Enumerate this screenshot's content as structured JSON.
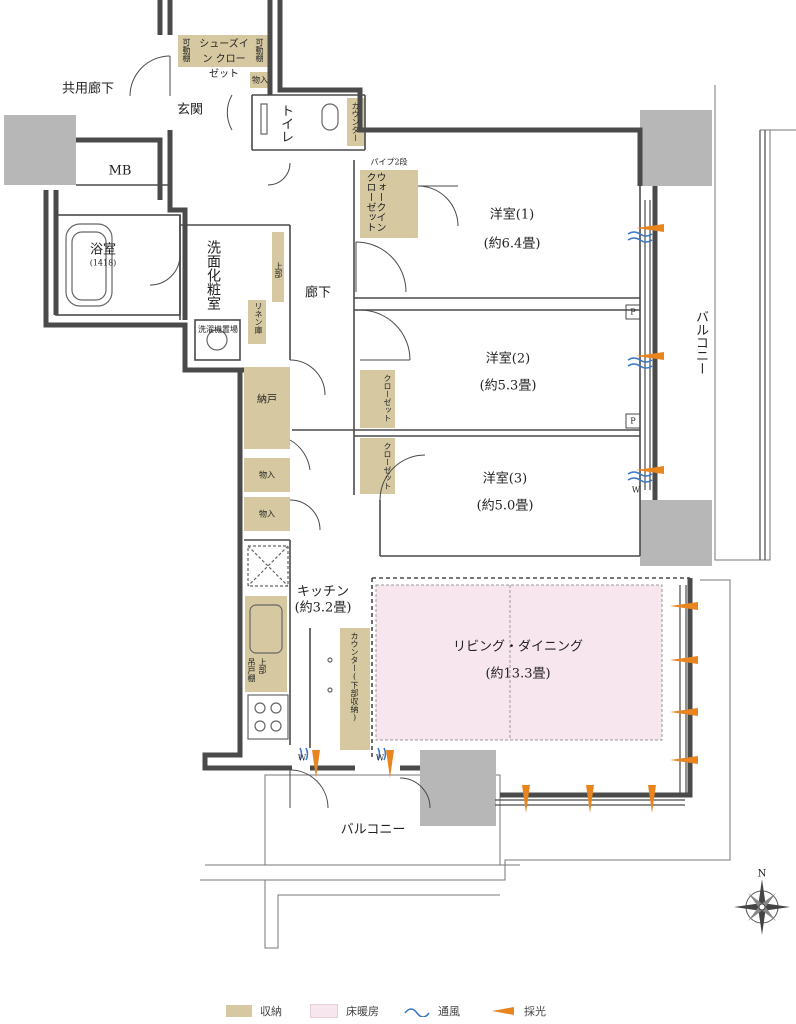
{
  "colors": {
    "storage": "#d6c9a1",
    "floor_heating": "#f8e6ee",
    "airflow": "#3a78c5",
    "light": "#e9851f",
    "wall": "#4a4a4a",
    "column": "#b7b7b7"
  },
  "rooms": {
    "common_corridor": "共用廊下",
    "entrance": "玄関",
    "mb": "MB",
    "shoe_closet": "シューズイン クローゼット",
    "movable_shelf": "可動棚",
    "storage_small": "物入",
    "toilet": "トイレ",
    "counter": "カウンター",
    "pipe": "パイプ2段",
    "walkin_closet": "ウォークイン クローゼット",
    "bath": "浴室",
    "bath_size": "(1418)",
    "washroom": "洗面化粧室",
    "linen": "リネン庫",
    "upper": "上部",
    "washer": "洗濯機置場",
    "corridor": "廊下",
    "storeroom": "納戸",
    "closet": "クローゼット",
    "western1_name": "洋室(1)",
    "western1_size": "(約6.4畳)",
    "western2_name": "洋室(2)",
    "western2_size": "(約5.3畳)",
    "western3_name": "洋室(3)",
    "western3_size": "(約5.0畳)",
    "kitchen_name": "キッチン",
    "kitchen_size": "(約3.2畳)",
    "hanging_shelf": "吊戸棚",
    "counter_lower": "カウンター(下部収納)",
    "living_name": "リビング・ダイニング",
    "living_size": "(約13.3畳)",
    "balcony": "バルコニー",
    "p_mark": "P",
    "w_mark": "W"
  },
  "compass": {
    "north": "N"
  },
  "legend": [
    {
      "key": "storage",
      "label": "収納"
    },
    {
      "key": "floor_heating",
      "label": "床暖房"
    },
    {
      "key": "airflow",
      "label": "通風"
    },
    {
      "key": "light",
      "label": "採光"
    }
  ]
}
